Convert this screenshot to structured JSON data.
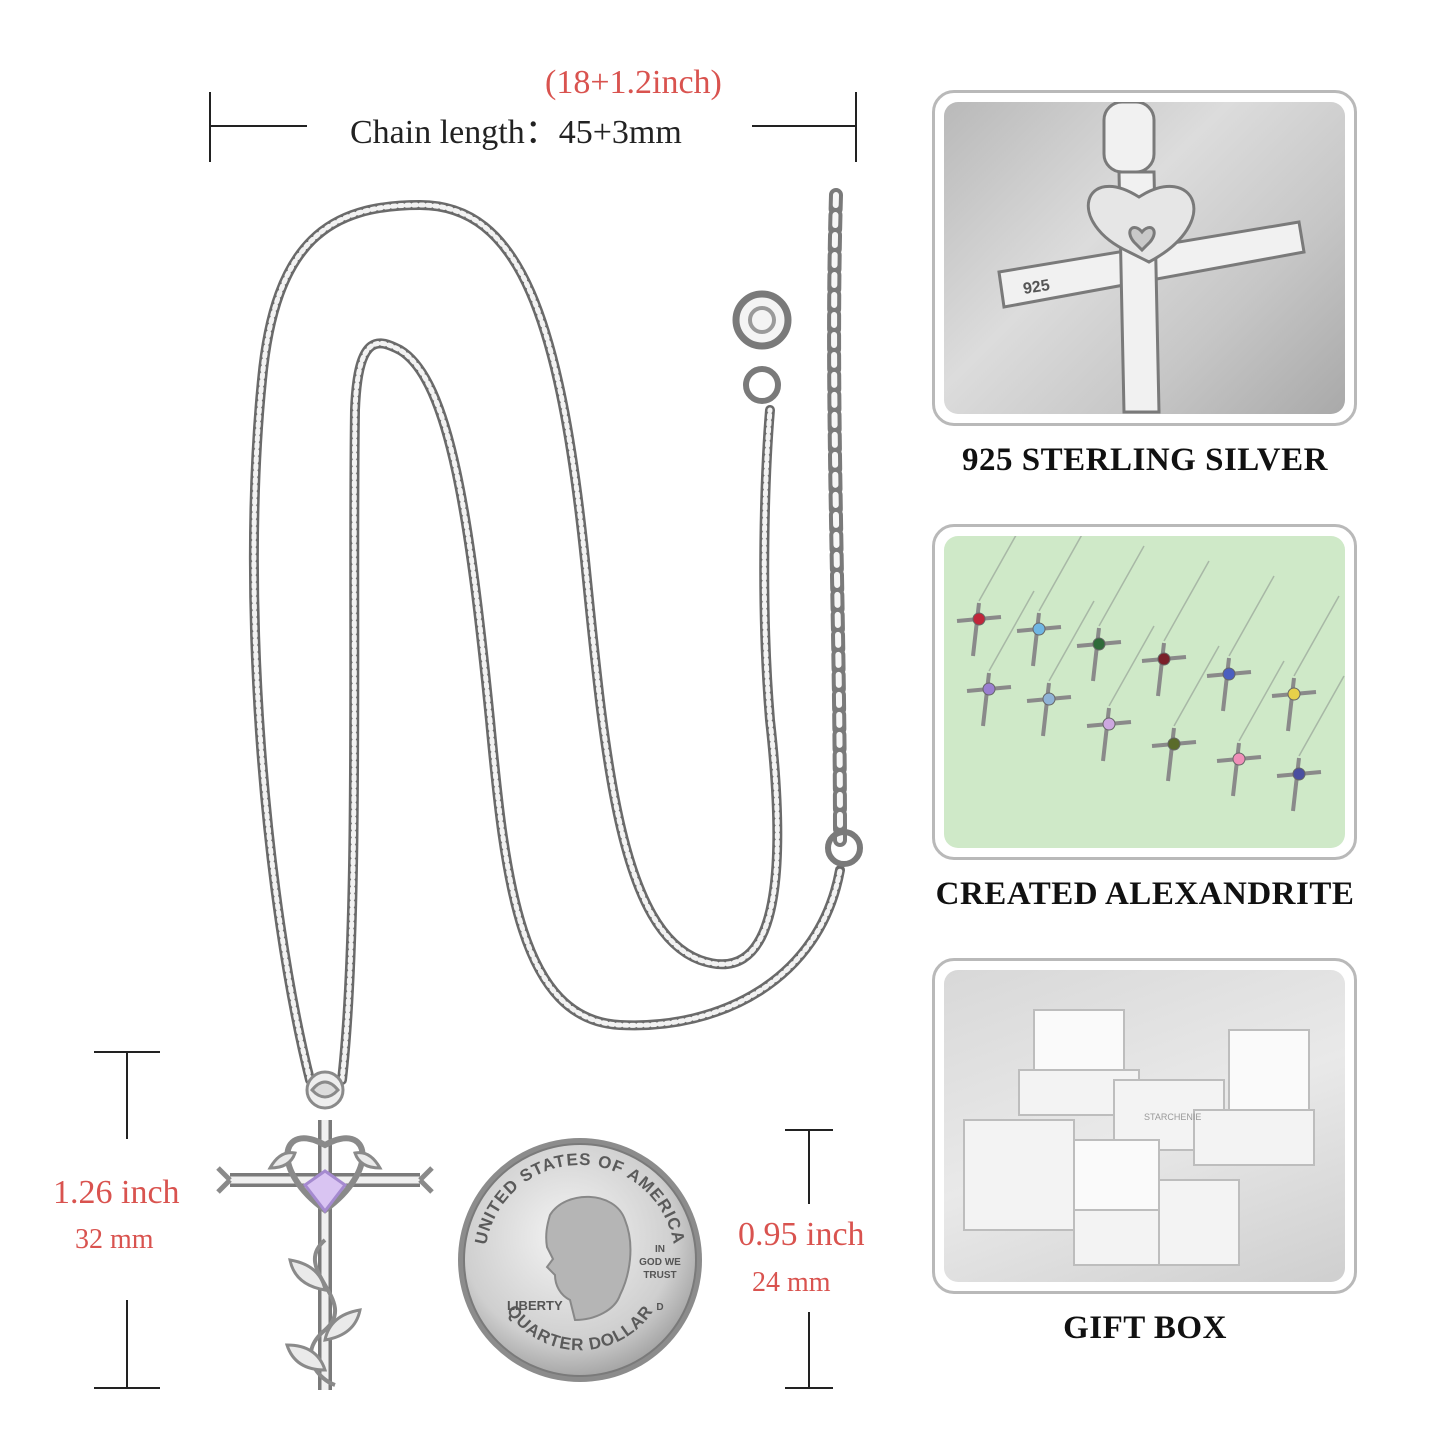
{
  "chain": {
    "inch_label": "(18+1.2inch)",
    "length_label": "Chain length：45+3mm"
  },
  "pendant": {
    "inch_label": "1.26 inch",
    "mm_label": "32 mm"
  },
  "coin": {
    "inch_label": "0.95 inch",
    "mm_label": "24 mm",
    "top_text": "UNITED STATES OF AMERICA",
    "bottom_text": "QUARTER DOLLAR",
    "liberty": "LIBERTY",
    "motto": [
      "IN",
      "GOD WE",
      "TRUST"
    ],
    "mint": "D"
  },
  "panels": [
    {
      "caption": "925 STERLING SILVER",
      "stamp": "925"
    },
    {
      "caption": "CREATED ALEXANDRITE"
    },
    {
      "caption": "GIFT BOX",
      "box_brand": "STARCHENIE"
    }
  ],
  "colors": {
    "accent_red": "#d9534f",
    "panel_border": "#b9b9b9",
    "silver": "#c9c9c9"
  },
  "gem_colors": [
    "#c0263a",
    "#6fb6e3",
    "#2f6b3a",
    "#7a1f2a",
    "#4b5fc0",
    "#e7d04a",
    "#9a7fd0",
    "#8fb3d6",
    "#cda8e0",
    "#5a6b2a",
    "#ef8fb8",
    "#4a4fa0"
  ]
}
